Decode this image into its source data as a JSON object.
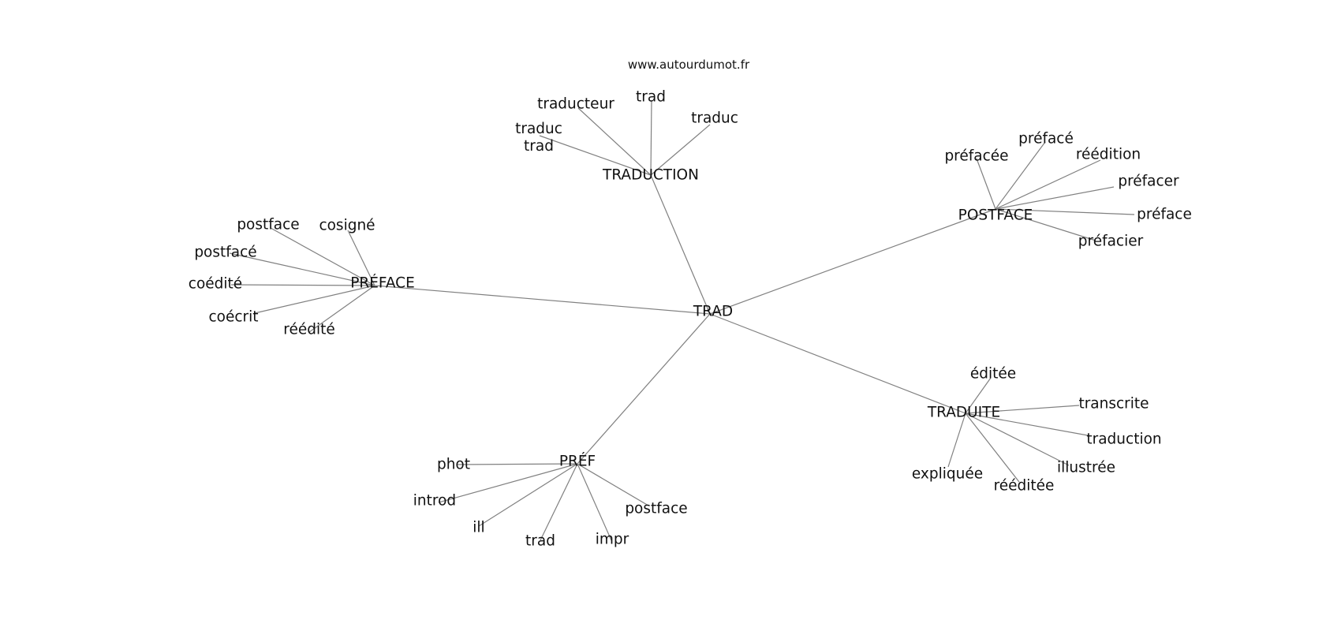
{
  "credit": "www.autourdumot.fr",
  "graph": {
    "center": "TRAD",
    "hubs": [
      {
        "label": "TRADUCTION",
        "leaves": [
          "traducteur",
          "trad",
          "traduc",
          "traduc trad"
        ]
      },
      {
        "label": "POSTFACE",
        "leaves": [
          "préfacée",
          "préfacé",
          "réédition",
          "préfacer",
          "préface",
          "préfacier"
        ]
      },
      {
        "label": "PRÉFACE",
        "leaves": [
          "postface",
          "cosigné",
          "postfacé",
          "coédité",
          "coécrit",
          "réédité"
        ]
      },
      {
        "label": "TRADUITE",
        "leaves": [
          "éditée",
          "transcrite",
          "traduction",
          "illustrée",
          "rééditée",
          "expliquée"
        ]
      },
      {
        "label": "PRÉF",
        "leaves": [
          "phot",
          "introd",
          "ill",
          "trad",
          "impr",
          "postface"
        ]
      }
    ]
  },
  "colors": {
    "edge": "#808080",
    "text": "#111111",
    "background": "#ffffff"
  }
}
